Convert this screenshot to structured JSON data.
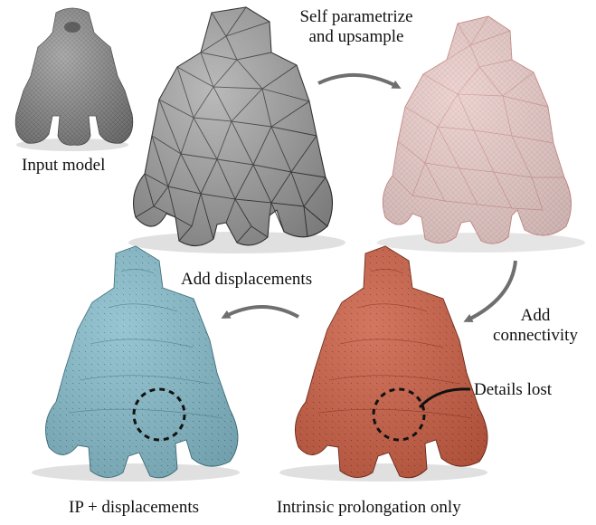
{
  "labels": {
    "input_model": "Input model",
    "self_param_line1": "Self parametrize",
    "self_param_line2": "and upsample",
    "add_connectivity_line1": "Add",
    "add_connectivity_line2": "connectivity",
    "add_displacements": "Add displacements",
    "details_lost": "Details lost",
    "ip_displacements": "IP + displacements",
    "intrinsic_only": "Intrinsic prolongation only"
  },
  "colors": {
    "input_gray": "#8f8f8f",
    "coarse_gray": "#a3a3a3",
    "upsampled_pink": "#e9cfcd",
    "blue_mesh": "#86bccb",
    "red_mesh": "#cc5f45",
    "arrow_gray": "#6f6f6f"
  }
}
